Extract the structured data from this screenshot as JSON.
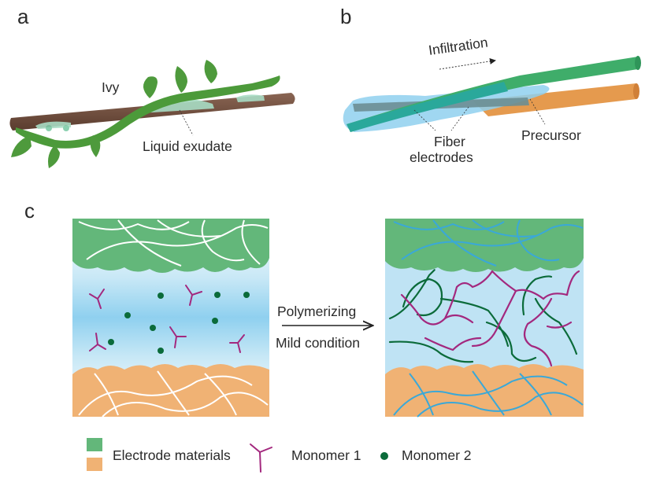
{
  "panels": {
    "a": {
      "letter": "a",
      "ivy_label": "Ivy",
      "exudate_label": "Liquid exudate"
    },
    "b": {
      "letter": "b",
      "infiltration_label": "Infiltration",
      "fiber_label_line1": "Fiber",
      "fiber_label_line2": "electrodes",
      "precursor_label": "Precursor"
    },
    "c": {
      "letter": "c",
      "arrow_top_label": "Polymerizing",
      "arrow_bottom_label": "Mild condition"
    }
  },
  "legend": {
    "electrode_label": "Electrode materials",
    "monomer1_label": "Monomer 1",
    "monomer2_label": "Monomer 2"
  },
  "colors": {
    "electrode_green": "#63b77a",
    "electrode_orange": "#f0b274",
    "monomer1": "#a3287e",
    "monomer2": "#0b6b3a",
    "electrolyte_blue": "#bfe3f4",
    "ivy_green": "#4c9a3a",
    "branch_brown": "#6b4a3a",
    "fiber_teal": "#2aa89b",
    "fiber_green": "#3fad6a",
    "fiber_orange": "#e59a4e",
    "binder_line": "#3aa8d8"
  }
}
